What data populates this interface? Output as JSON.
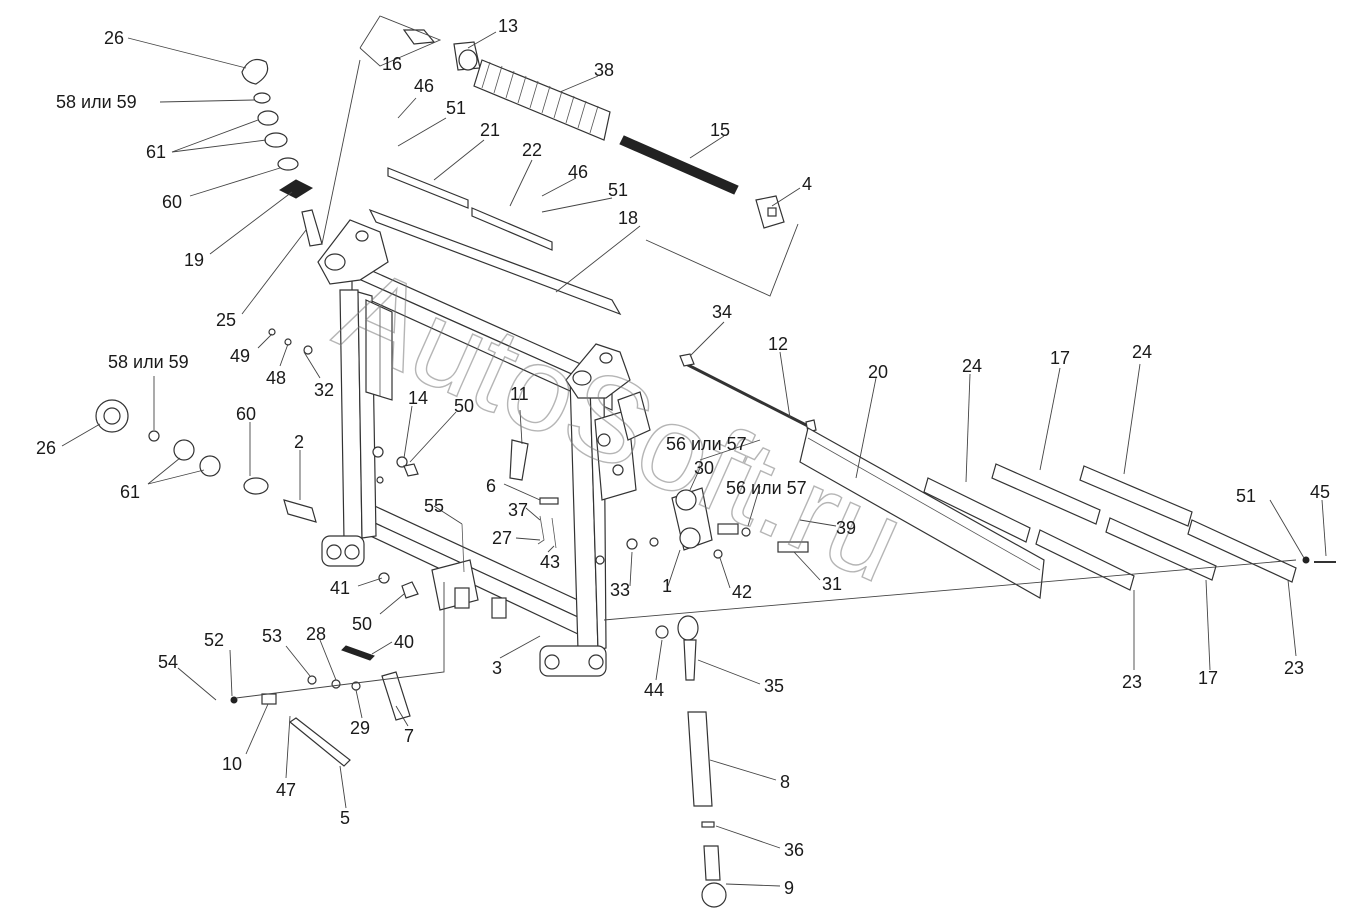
{
  "watermark": "AutoSoft.ru",
  "callouts": [
    {
      "id": "c26a",
      "text": "26"
    },
    {
      "id": "c5859a",
      "text": "58 или 59"
    },
    {
      "id": "c61a",
      "text": "61"
    },
    {
      "id": "c60a",
      "text": "60"
    },
    {
      "id": "c19",
      "text": "19"
    },
    {
      "id": "c25",
      "text": "25"
    },
    {
      "id": "c13",
      "text": "13"
    },
    {
      "id": "c16",
      "text": "16"
    },
    {
      "id": "c38",
      "text": "38"
    },
    {
      "id": "c46a",
      "text": "46"
    },
    {
      "id": "c51a",
      "text": "51"
    },
    {
      "id": "c21",
      "text": "21"
    },
    {
      "id": "c22",
      "text": "22"
    },
    {
      "id": "c46b",
      "text": "46"
    },
    {
      "id": "c51b",
      "text": "51"
    },
    {
      "id": "c15",
      "text": "15"
    },
    {
      "id": "c4",
      "text": "4"
    },
    {
      "id": "c18",
      "text": "18"
    },
    {
      "id": "c49",
      "text": "49"
    },
    {
      "id": "c48",
      "text": "48"
    },
    {
      "id": "c32",
      "text": "32"
    },
    {
      "id": "c5859b",
      "text": "58 или 59"
    },
    {
      "id": "c26b",
      "text": "26"
    },
    {
      "id": "c61b",
      "text": "61"
    },
    {
      "id": "c60b",
      "text": "60"
    },
    {
      "id": "c2",
      "text": "2"
    },
    {
      "id": "c14",
      "text": "14"
    },
    {
      "id": "c50a",
      "text": "50"
    },
    {
      "id": "c11",
      "text": "11"
    },
    {
      "id": "c34",
      "text": "34"
    },
    {
      "id": "c12",
      "text": "12"
    },
    {
      "id": "c5657a",
      "text": "56 или 57"
    },
    {
      "id": "c30",
      "text": "30"
    },
    {
      "id": "c5657b",
      "text": "56 или 57"
    },
    {
      "id": "c6",
      "text": "6"
    },
    {
      "id": "c37",
      "text": "37"
    },
    {
      "id": "c27",
      "text": "27"
    },
    {
      "id": "c43",
      "text": "43"
    },
    {
      "id": "c55",
      "text": "55"
    },
    {
      "id": "c33",
      "text": "33"
    },
    {
      "id": "c1",
      "text": "1"
    },
    {
      "id": "c42",
      "text": "42"
    },
    {
      "id": "c31",
      "text": "31"
    },
    {
      "id": "c39",
      "text": "39"
    },
    {
      "id": "c20",
      "text": "20"
    },
    {
      "id": "c24a",
      "text": "24"
    },
    {
      "id": "c17a",
      "text": "17"
    },
    {
      "id": "c24b",
      "text": "24"
    },
    {
      "id": "c51c",
      "text": "51"
    },
    {
      "id": "c45",
      "text": "45"
    },
    {
      "id": "c41",
      "text": "41"
    },
    {
      "id": "c50b",
      "text": "50"
    },
    {
      "id": "c40",
      "text": "40"
    },
    {
      "id": "c52",
      "text": "52"
    },
    {
      "id": "c53",
      "text": "53"
    },
    {
      "id": "c28",
      "text": "28"
    },
    {
      "id": "c54",
      "text": "54"
    },
    {
      "id": "c29",
      "text": "29"
    },
    {
      "id": "c7",
      "text": "7"
    },
    {
      "id": "c10",
      "text": "10"
    },
    {
      "id": "c47",
      "text": "47"
    },
    {
      "id": "c5",
      "text": "5"
    },
    {
      "id": "c3",
      "text": "3"
    },
    {
      "id": "c44",
      "text": "44"
    },
    {
      "id": "c35",
      "text": "35"
    },
    {
      "id": "c8",
      "text": "8"
    },
    {
      "id": "c36",
      "text": "36"
    },
    {
      "id": "c9",
      "text": "9"
    },
    {
      "id": "c23a",
      "text": "23"
    },
    {
      "id": "c17b",
      "text": "17"
    },
    {
      "id": "c23b",
      "text": "23"
    }
  ]
}
